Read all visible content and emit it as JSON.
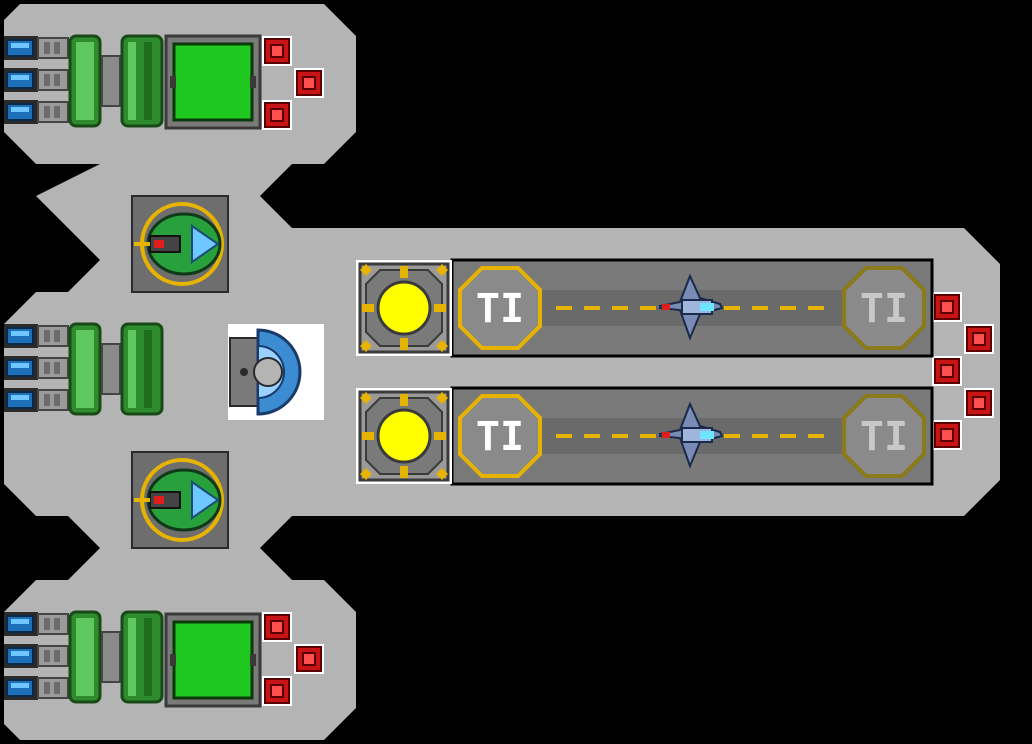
{
  "colors": {
    "background": "#000000",
    "hull": "#b4b4b4",
    "hull_shadow": "#8c8c8c",
    "panel_green": "#1ec81e",
    "light_yellow": "#ffff00",
    "marker_gold": "#e6b400",
    "marker_dim": "#8a7a1a",
    "hangar_floor": "#6e6e6e",
    "red_node": "#c81414",
    "turret_green": "#28a03c"
  },
  "icons": {
    "engine_block": "engine-block-icon",
    "reactor_panel": "reactor-panel-icon",
    "red_node": "red-node-icon",
    "turret": "turret-icon",
    "shield_core": "shield-core-icon",
    "launch_light": "launch-light-icon",
    "landing_pad": "landing-pad-icon",
    "fighter": "fighter-icon"
  },
  "hangars": [
    {
      "name": "hangar-bay-top",
      "pad_label": "TI"
    },
    {
      "name": "hangar-bay-bottom",
      "pad_label": "TI"
    }
  ]
}
